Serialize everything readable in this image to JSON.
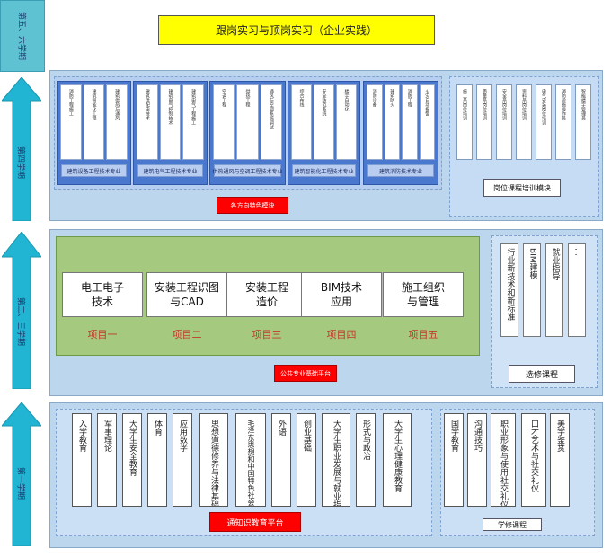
{
  "stages": {
    "top_box": "第五、六学期",
    "arrow_4": "第四学期",
    "arrow_23": "第二、三学期",
    "arrow_1": "第一学期"
  },
  "banner": "跟岗实习与顶岗实习（企业实践）",
  "section4": {
    "modules": [
      {
        "label": "建筑设备工程技术专业",
        "cards": [
          "消防工程施工",
          "建筑智能化工程",
          "建筑供热与通风"
        ]
      },
      {
        "label": "建筑电气工程技术专业",
        "cards": [
          "建筑供配电技术",
          "建筑电气控制技术",
          "建筑电气工程施工"
        ]
      },
      {
        "label": "供热通风与空调工程技术专业",
        "cards": [
          "空调工程",
          "供热工程",
          "通风与空调系统调试"
        ]
      },
      {
        "label": "建筑智能化工程技术专业",
        "cards": [
          "综合布线",
          "安全防范系统",
          "楼宇自动化"
        ]
      },
      {
        "label": "建筑消防技术专业",
        "cards": [
          "消防设备",
          "建筑防火",
          "消防工程",
          "火灾自动报警"
        ]
      }
    ],
    "module_title": "各方向特色模块",
    "post_cards": [
      "施工员岗位培训",
      "质量员岗位培训",
      "安全员岗位培训",
      "资料员岗位培训",
      "电气安装岗位培训",
      "消防设施操作员",
      "智能楼宇管理员"
    ],
    "post_title": "岗位课程培训模块"
  },
  "section23": {
    "projects": [
      {
        "title": "电工电子\n技术",
        "name": "项目一"
      },
      {
        "title": "安装工程识图\n与CAD",
        "name": "项目二"
      },
      {
        "title": "安装工程\n造价",
        "name": "项目三"
      },
      {
        "title": "BIM技术\n应用",
        "name": "项目四"
      },
      {
        "title": "施工组织\n与管理",
        "name": "项目五"
      }
    ],
    "platform_title": "公共专业基础平台",
    "electives": [
      "行业新技术和新标准",
      "BIM建模",
      "就业指导",
      "…"
    ],
    "elective_title": "选修课程"
  },
  "section1": {
    "courses": [
      "入学教育",
      "军事理论",
      "大学生安全教育",
      "体育",
      "应用数学",
      "思想道德修养与法律基础",
      "毛泽东思想和中国特色社会主义理论体系",
      "外语",
      "创业基础",
      "大学生职业发展与就业指导",
      "形式与政治",
      "大学生心理健康教育"
    ],
    "platform_title": "通知识教育平台",
    "study_courses": [
      "国学教育",
      "沟通技巧",
      "职业形象与使用社交礼仪",
      "口才艺术与社交礼仪",
      "美学鉴赏"
    ],
    "study_title": "学修课程"
  }
}
